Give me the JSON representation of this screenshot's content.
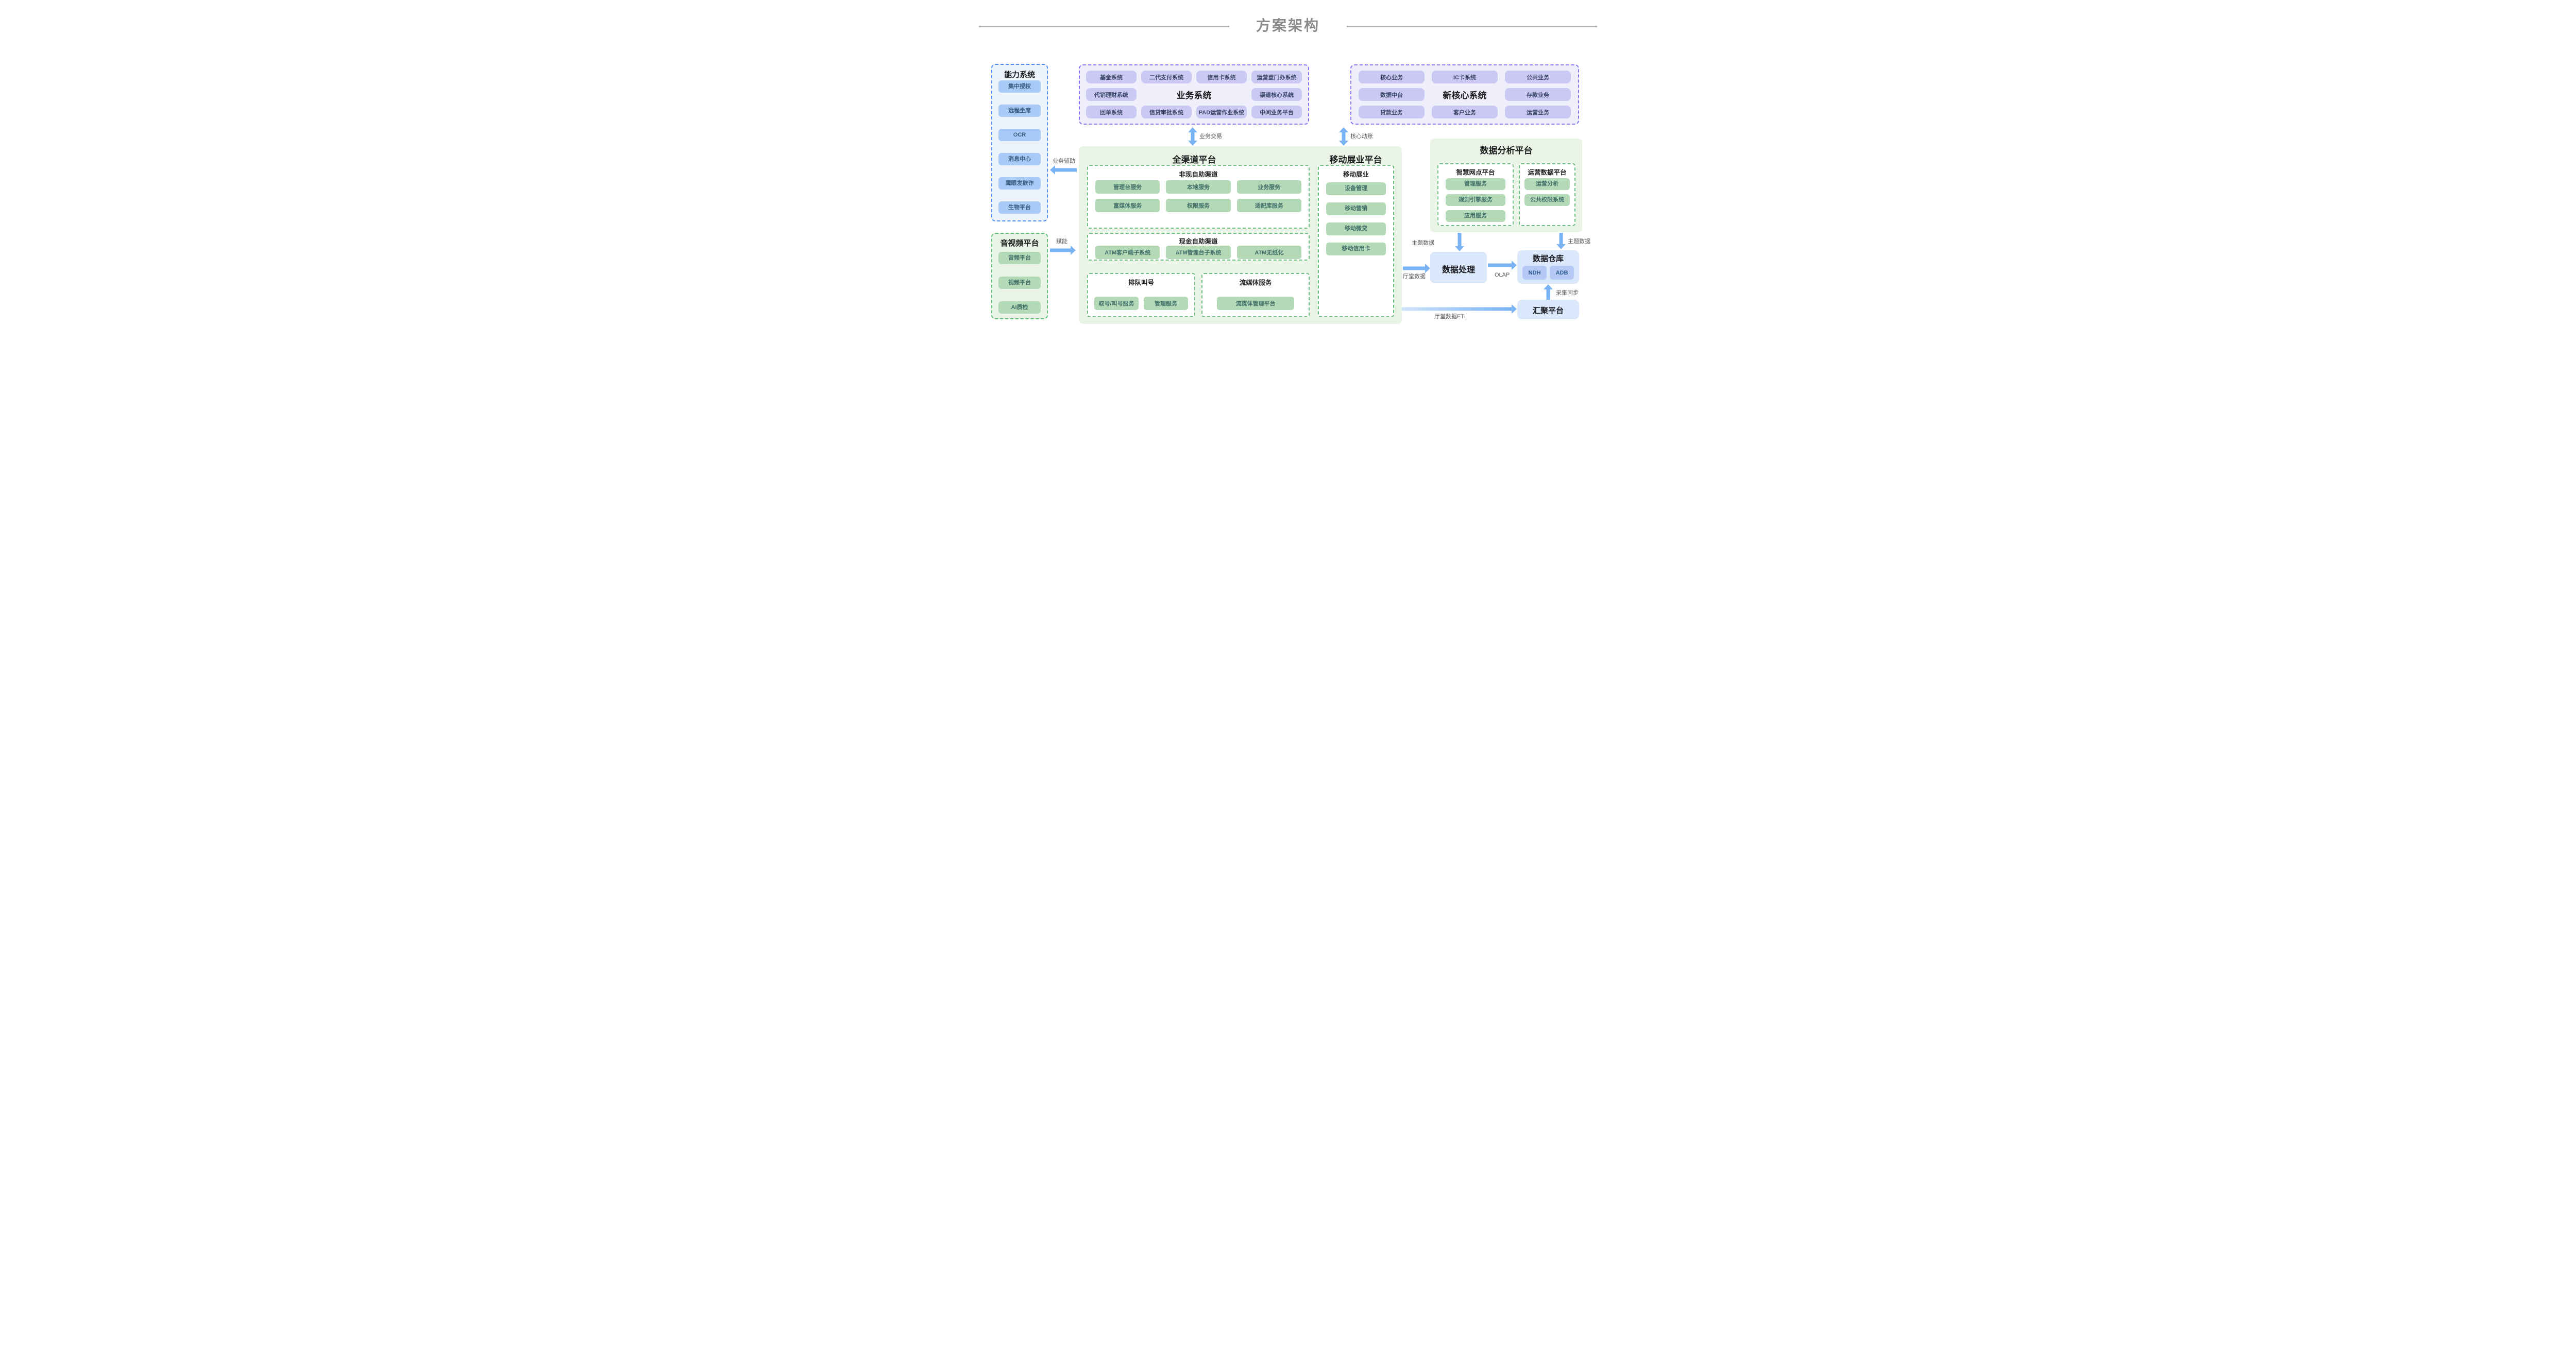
{
  "title": {
    "text": "方案架构"
  },
  "capability_system": {
    "title": "能力系统",
    "items": [
      "集中授权",
      "远程坐席",
      "OCR",
      "消息中心",
      "鹰眼发欺诈",
      "生物平台"
    ]
  },
  "av_platform": {
    "title": "音视频平台",
    "items": [
      "音频平台",
      "视频平台",
      "AI质检"
    ]
  },
  "business_system": {
    "title": "业务系统",
    "row1": [
      "基金系统",
      "二代支付系统",
      "信用卡系统",
      "运营登门办系统"
    ],
    "row2_left": "代销理财系统",
    "row2_right": "渠道核心系统",
    "row3": [
      "回单系统",
      "信贷审批系统",
      "PAD运营作业系统",
      "中间业务平台"
    ]
  },
  "new_core_system": {
    "title": "新核心系统",
    "row1": [
      "核心业务",
      "IC卡系统",
      "公共业务"
    ],
    "row2_left": "数据中台",
    "row2_right": "存款业务",
    "row3": [
      "贷款业务",
      "客户业务",
      "运营业务"
    ]
  },
  "omni_channel": {
    "title": "全渠道平台",
    "non_cash": {
      "title": "非现自助渠道",
      "row1": [
        "管理台服务",
        "本地服务",
        "业务服务"
      ],
      "row2": [
        "富媒体服务",
        "权限服务",
        "适配库服务"
      ]
    },
    "cash": {
      "title": "现金自助渠道",
      "items": [
        "ATM客户端子系统",
        "ATM管理台子系统",
        "ATM无纸化"
      ]
    },
    "queue": {
      "title": "排队叫号",
      "items": [
        "取号/叫号服务",
        "管理服务"
      ]
    },
    "streaming": {
      "title": "流媒体服务",
      "items": [
        "流媒体管理平台"
      ]
    }
  },
  "mobile_platform": {
    "title": "移动展业平台",
    "sub": {
      "title": "移动展业",
      "items": [
        "设备管理",
        "移动营销",
        "移动微贷",
        "移动信用卡"
      ]
    }
  },
  "data_analysis": {
    "title": "数据分析平台",
    "smart_branch": {
      "title": "智慧网点平台",
      "items": [
        "管理服务",
        "规则引擎服务",
        "应用服务"
      ]
    },
    "ops_data": {
      "title": "运营数据平台",
      "items": [
        "运营分析",
        "公共权限系统"
      ]
    }
  },
  "data_processing": {
    "title": "数据处理"
  },
  "data_warehouse": {
    "title": "数据仓库",
    "items": [
      "NDH",
      "ADB"
    ]
  },
  "aggregation": {
    "title": "汇聚平台"
  },
  "labels": {
    "business_transaction": "业务交易",
    "core_accounting": "核心动账",
    "business_support": "业务辅助",
    "empower": "赋能",
    "subject_data_left": "主题数据",
    "subject_data_right": "主题数据",
    "hall_data": "厅堂数据",
    "olap": "OLAP",
    "collect_sync": "采集同步",
    "hall_data_etl": "厅堂数据ETL"
  },
  "colors": {
    "arrow": "#79b3f3",
    "purple_border": "#8276f2",
    "purple_item": "#cbc9f4",
    "blue_border": "#4f8df5",
    "blue_item": "#a9c9f7",
    "green_border": "#5ec077",
    "green_item": "#b4d9b7",
    "process_box": "#dbe7fb",
    "warehouse_item": "#b5c9f4",
    "title_gray": "#8a8a8a",
    "label_gray": "#595959"
  }
}
